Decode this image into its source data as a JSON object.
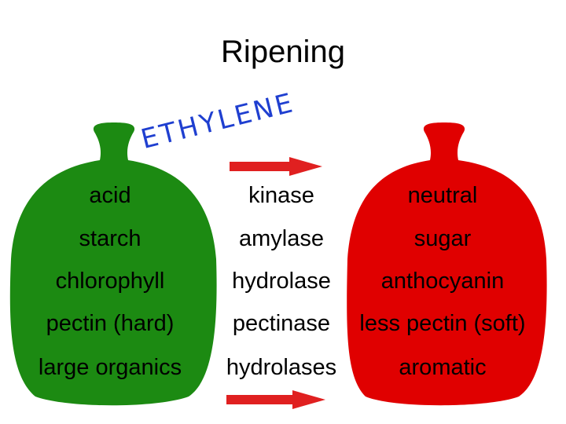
{
  "title": "Ripening",
  "hormone": "ETHYLENE",
  "colors": {
    "unripe": "#1c8a12",
    "ripe": "#e00000",
    "arrow": "#e02020",
    "hormone_text": "#1f3fd0"
  },
  "unripe": [
    "acid",
    "starch",
    "chlorophyll",
    "pectin (hard)",
    "large organics"
  ],
  "enzymes": [
    "kinase",
    "amylase",
    "hydrolase",
    "pectinase",
    "hydrolases"
  ],
  "ripe": [
    "neutral",
    "sugar",
    "anthocyanin",
    "less pectin (soft)",
    "aromatic"
  ]
}
